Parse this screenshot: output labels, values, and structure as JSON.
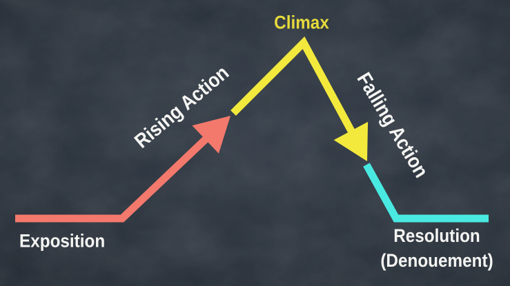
{
  "diagram": {
    "stages": {
      "exposition": "Exposition",
      "rising_action": "Rising Action",
      "climax": "Climax",
      "falling_action": "Falling Action",
      "resolution_line1": "Resolution",
      "resolution_line2": "(Denouement)"
    },
    "colors": {
      "exposition_line": "#f3796c",
      "climax_line": "#f2e93c",
      "resolution_line": "#49e9e2",
      "climax_label": "#e6da3c",
      "stage_label": "#f5f5f3",
      "background": "#232b35"
    }
  }
}
